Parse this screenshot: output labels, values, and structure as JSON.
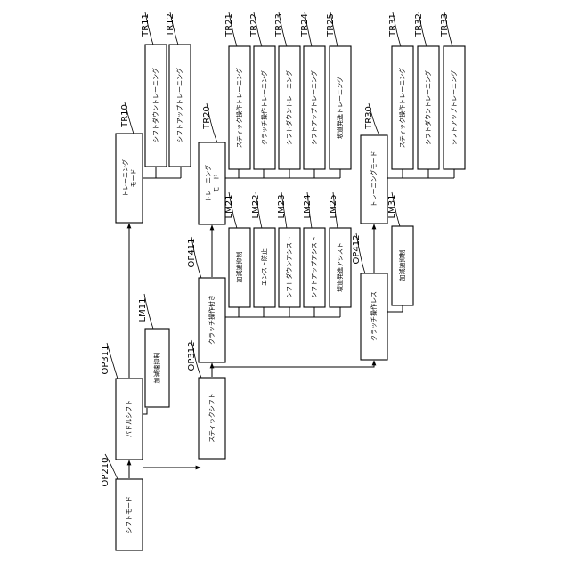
{
  "nodes": {
    "OP210": {
      "ref": "OP210",
      "label": "シフトモード"
    },
    "OP311": {
      "ref": "OP311",
      "label": "パドルシフト"
    },
    "OP312": {
      "ref": "OP312",
      "label": "スティックシフト"
    },
    "LM11": {
      "ref": "LM11",
      "label": "加減速抑制"
    },
    "TR10": {
      "ref": "TR10",
      "label_line1": "トレーニング",
      "label_line2": "モード"
    },
    "TR11": {
      "ref": "TR11",
      "label": "シフトダウントレーニング"
    },
    "TR12": {
      "ref": "TR12",
      "label": "シフトアップトレーニング"
    },
    "OP411": {
      "ref": "OP411",
      "label": "クラッチ操作付き"
    },
    "OP412": {
      "ref": "OP412",
      "label": "クラッチ操作レス"
    },
    "LM21": {
      "ref": "LM21",
      "label": "加減速抑制"
    },
    "LM22": {
      "ref": "LM22",
      "label": "エンスト防止"
    },
    "LM23": {
      "ref": "LM23",
      "label": "シフトダウンアシスト"
    },
    "LM24": {
      "ref": "LM24",
      "label": "シフトアップアシスト"
    },
    "LM25": {
      "ref": "LM25",
      "label": "坂道発進アシスト"
    },
    "TR20": {
      "ref": "TR20",
      "label_line1": "トレーニング",
      "label_line2": "モード"
    },
    "TR21": {
      "ref": "TR21",
      "label": "スティック操作トレーニング"
    },
    "TR22": {
      "ref": "TR22",
      "label": "クラッチ操作トレーニング"
    },
    "TR23": {
      "ref": "TR23",
      "label": "シフトダウントレーニング"
    },
    "TR24": {
      "ref": "TR24",
      "label": "シフトアップトレーニング"
    },
    "TR25": {
      "ref": "TR25",
      "label": "坂道発進トレーニング"
    },
    "LM31": {
      "ref": "LM31",
      "label": "加減速抑制"
    },
    "TR30": {
      "ref": "TR30",
      "label": "トレーニングモード"
    },
    "TR31": {
      "ref": "TR31",
      "label": "スティック操作トレーニング"
    },
    "TR32": {
      "ref": "TR32",
      "label": "シフトダウントレーニング"
    },
    "TR33": {
      "ref": "TR33",
      "label": "シフトアップトレーニング"
    }
  }
}
